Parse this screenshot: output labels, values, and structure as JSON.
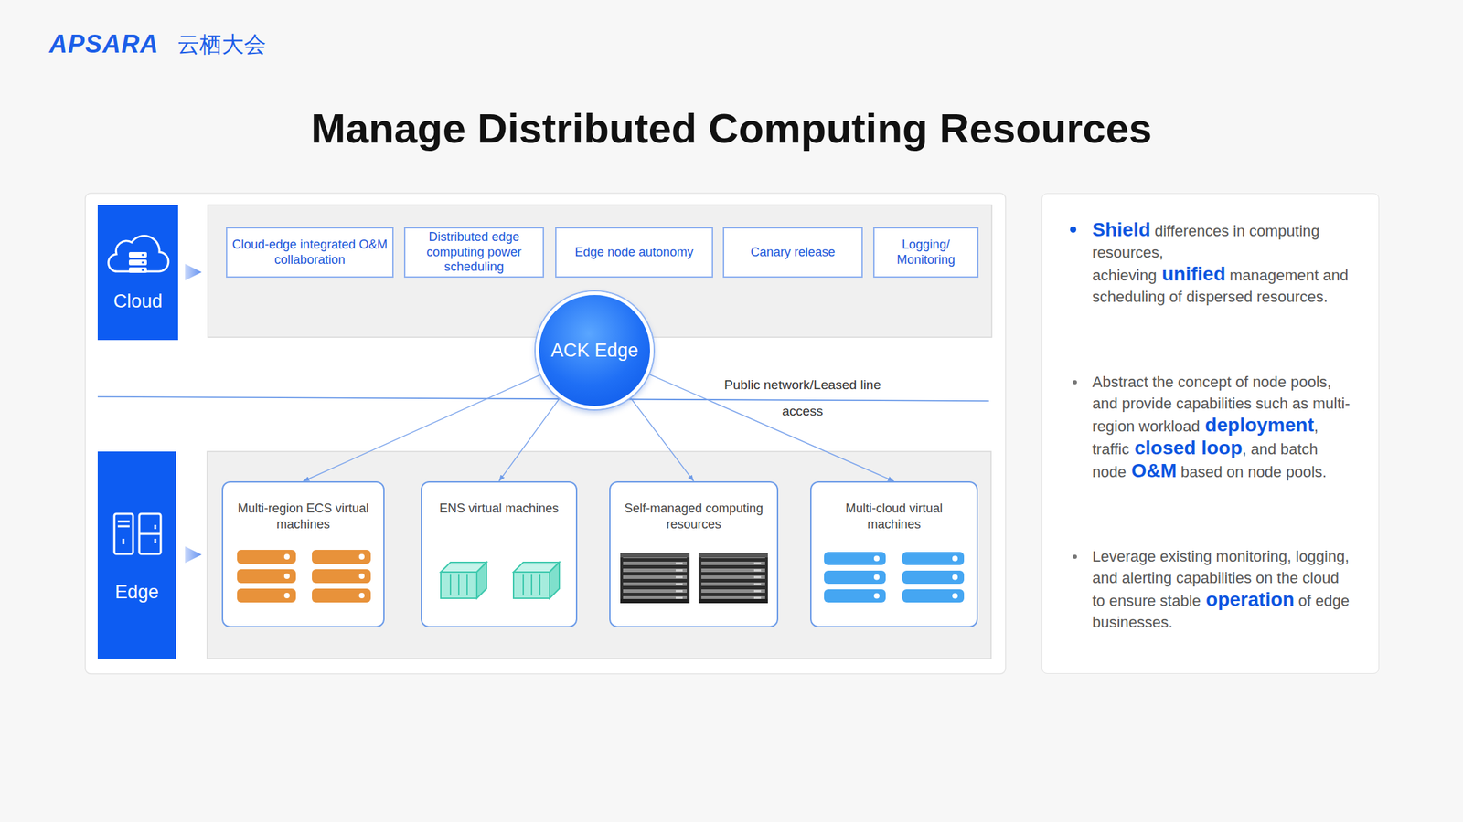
{
  "diagram": {
    "title": "Manage Distributed Computing Resources",
    "nodes": [
      {
        "text": [
          "Cloud"
        ]
      },
      {
        "text": [
          "Cloud-edge integrated O&M collaboration"
        ]
      },
      {
        "text": [
          "Distributed edge computing power scheduling"
        ]
      },
      {
        "text": [
          "Edge node autonomy"
        ]
      },
      {
        "text": [
          "Canary release"
        ]
      },
      {
        "text": [
          "Logging/ Monitoring"
        ]
      },
      {
        "text": [
          "ACK Edge"
        ]
      },
      {
        "text": [
          "Edge"
        ]
      },
      {
        "text": [
          "Multi-region ECS virtual machines"
        ]
      },
      {
        "text": [
          "ENS virtual machines"
        ]
      },
      {
        "text": [
          "Self-managed computing resources"
        ]
      },
      {
        "text": [
          "Multi-cloud virtual machines"
        ]
      },
      {
        "text": [
          "Shield",
          "differences in computing resources, achieving",
          "unified",
          "management and scheduling of dispersed resources.",
          "Abstract the concept of node pools, and provide capabilities such as multi-region workload",
          "deployment",
          ", traffic",
          "closed loop",
          ", and batch node",
          "O&M",
          "based on node pools.",
          "Leverage existing monitoring, logging, and alerting capabilities on the cloud to ensure stable",
          "operation",
          "of edge businesses."
        ]
      }
    ],
    "edges": [
      {
        "from": 6,
        "to": 8,
        "arrow": "to"
      },
      {
        "from": 6,
        "to": 9,
        "arrow": "to"
      },
      {
        "from": 6,
        "to": 10,
        "arrow": "to"
      },
      {
        "from": 6,
        "to": 11,
        "arrow": "to"
      }
    ],
    "labels": [
      "APSARA",
      "云栖大会",
      "Public network/Leased line access"
    ]
  }
}
